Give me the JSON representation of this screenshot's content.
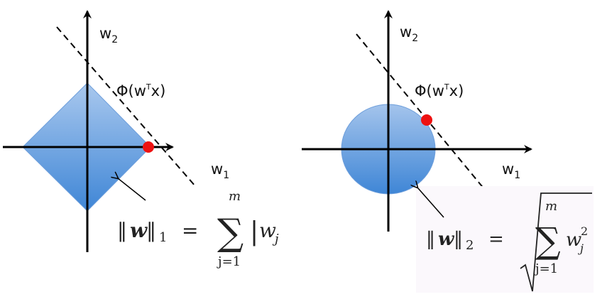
{
  "left_panel": {
    "axis_y_label": "w",
    "axis_y_sub": "2",
    "axis_x_label": "w",
    "axis_x_sub": "1",
    "line_label_phi": "Φ(w",
    "line_label_sup": "T",
    "line_label_end": "x)",
    "formula": {
      "norm_bars_open": "‖",
      "norm_w": "w",
      "norm_bars_close": "‖",
      "norm_sub": "1",
      "equals": "=",
      "sigma": "∑",
      "upper": "m",
      "lower": "j=1",
      "abs_bar": "|",
      "term": "w",
      "term_sub": "j"
    }
  },
  "right_panel": {
    "axis_y_label": "w",
    "axis_y_sub": "2",
    "axis_x_label": "w",
    "axis_x_sub": "1",
    "line_label_phi": "Φ(w",
    "line_label_sup": "T",
    "line_label_end": "x)",
    "formula": {
      "norm_bars_open": "‖",
      "norm_w": "w",
      "norm_bars_close": "‖",
      "norm_sub": "2",
      "equals": "=",
      "sigma": "∑",
      "upper": "m",
      "lower": "j=1",
      "term": "w",
      "term_sub": "j",
      "term_sup": "2"
    }
  },
  "colors": {
    "shape_fill_light": "#a9c8ee",
    "shape_fill_dark": "#3f86d6",
    "shape_stroke": "#6d9edb",
    "point": "#ee1111",
    "axis": "#000000"
  }
}
